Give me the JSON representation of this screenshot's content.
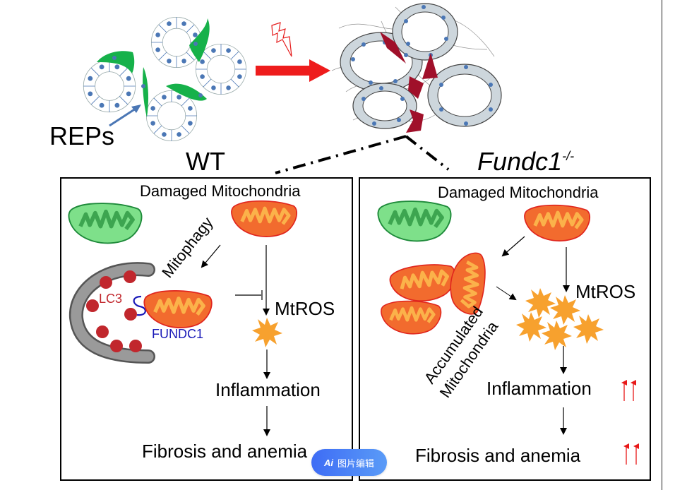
{
  "top": {
    "reps_label": "REPs"
  },
  "panels": {
    "wt": {
      "title": "WT",
      "damaged_label": "Damaged Mitochondria",
      "mitophagy_label": "Mitophagy",
      "lc3_label": "LC3",
      "fundc1_label": "FUNDC1",
      "mtros_label": "MtROS",
      "inflammation_label": "Inflammation",
      "fibrosis_label": "Fibrosis and anemia"
    },
    "ko": {
      "title": "Fundc1",
      "title_sup": "-/-",
      "damaged_label": "Damaged Mitochondria",
      "accumulated_line1": "Accumulated",
      "accumulated_line2": "Mitochondria",
      "mtros_label": "MtROS",
      "inflammation_label": "Inflammation",
      "fibrosis_label": "Fibrosis and anemia",
      "increase_marker": "↑↑"
    }
  },
  "overlay": {
    "ai_icon": "Ai",
    "button_label": "图片编辑"
  },
  "colors": {
    "healthy_mito": "#7ee08a",
    "damaged_mito": "#f26b2e",
    "ros": "#f7a12e",
    "lc3": "#c1272d",
    "fundc1": "#1a1ab8",
    "injury_arrow": "#ee1c1c",
    "fibroblast": "#a0102a",
    "rep_green": "#16b14a",
    "nucleus": "#4b77b5"
  }
}
